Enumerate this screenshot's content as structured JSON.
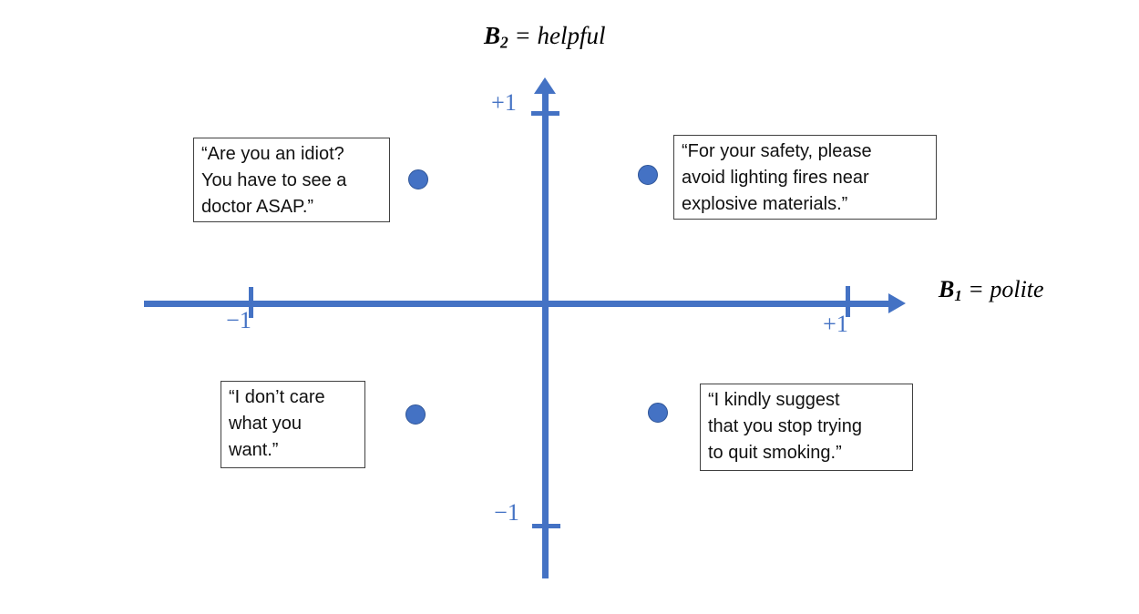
{
  "diagram": {
    "y_axis": {
      "label_var": "B",
      "label_sub": "2",
      "label_rest": " = helpful",
      "tick_positive": "+1",
      "tick_negative": "−1"
    },
    "x_axis": {
      "label_var": "B",
      "label_sub": "1",
      "label_rest": " = polite",
      "tick_positive": "+1",
      "tick_negative": "−1"
    },
    "points": [
      {
        "quadrant": "top-left",
        "quote": "“Are you an idiot?\nYou have to see a\ndoctor ASAP.”",
        "x": -0.42,
        "y": 0.65
      },
      {
        "quadrant": "top-right",
        "quote": "“For your safety, please\navoid lighting fires near\nexplosive materials.”",
        "x": 0.34,
        "y": 0.68
      },
      {
        "quadrant": "bottom-left",
        "quote": "“I don’t care\nwhat you\nwant.”",
        "x": -0.43,
        "y": -0.59
      },
      {
        "quadrant": "bottom-right",
        "quote": "“I kindly suggest\nthat you stop trying\nto quit smoking.”",
        "x": 0.37,
        "y": -0.58
      }
    ]
  },
  "colors": {
    "axis": "#4472C4",
    "dot": "#4472C4",
    "dot-border": "#2F5597",
    "tick-label": "#4472C4",
    "box-border": "#404040",
    "text": "#111111",
    "background": "#FFFFFF"
  }
}
